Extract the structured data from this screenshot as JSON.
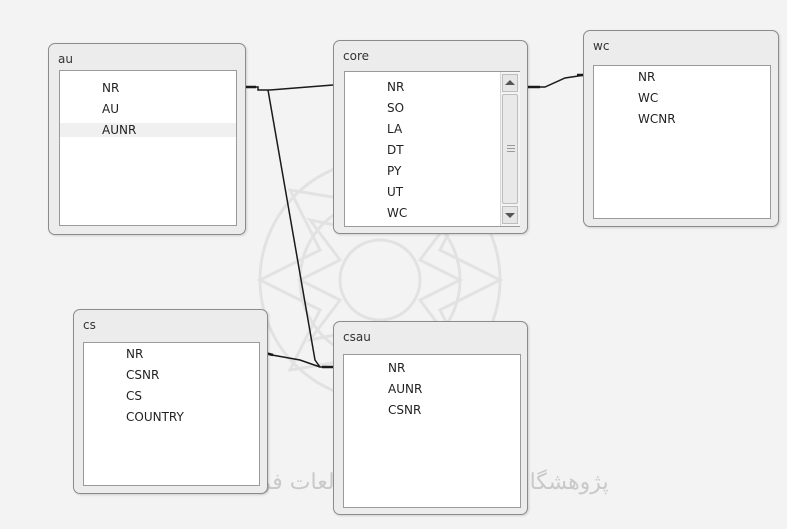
{
  "tables": {
    "au": {
      "title": "au",
      "fields": [
        "NR",
        "AU",
        "AUNR"
      ],
      "selected_field": "AUNR"
    },
    "core": {
      "title": "core",
      "fields": [
        "NR",
        "SO",
        "LA",
        "DT",
        "PY",
        "UT",
        "WC"
      ]
    },
    "wc": {
      "title": "wc",
      "fields": [
        "NR",
        "WC",
        "WCNR"
      ]
    },
    "cs": {
      "title": "cs",
      "fields": [
        "NR",
        "CSNR",
        "CS",
        "COUNTRY"
      ]
    },
    "csau": {
      "title": "csau",
      "fields": [
        "NR",
        "AUNR",
        "CSNR"
      ]
    }
  },
  "relationships": [
    {
      "from": "au",
      "to": "core"
    },
    {
      "from": "core",
      "to": "wc"
    },
    {
      "from": "au",
      "to": "csau"
    },
    {
      "from": "cs",
      "to": "csau"
    }
  ],
  "watermark": "پژوهشگاه علوم انسانی و مطالعات فرهنگی",
  "icons": {
    "scroll_up": "scroll-up-arrow-icon",
    "scroll_down": "scroll-down-arrow-icon",
    "background": "ornament-watermark-icon"
  },
  "colors": {
    "background": "#f3f3f3",
    "table_frame": "#ececec",
    "field_list": "#ffffff",
    "connector": "#1a1a1a"
  }
}
